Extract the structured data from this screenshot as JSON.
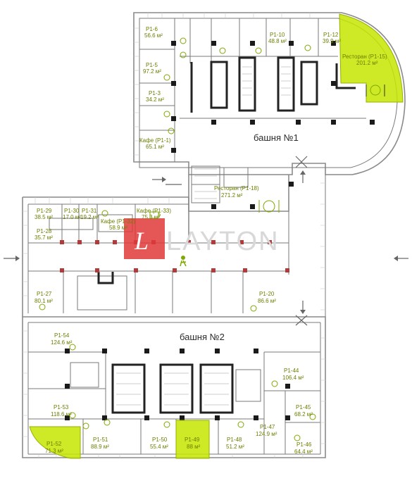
{
  "tower1": {
    "label": "башня №1"
  },
  "tower2": {
    "label": "башня №2"
  },
  "logo": {
    "text": "LAYTON",
    "mark_letter": "L",
    "color": "#e03a3a"
  },
  "highlight_color": "#c6e600",
  "units": {
    "p1_6": {
      "name": "P1-6",
      "area": "56.6 м²"
    },
    "p1_5": {
      "name": "P1-5",
      "area": "97.2 м²"
    },
    "p1_3": {
      "name": "P1-3",
      "area": "34.2 м²"
    },
    "p1_1": {
      "name": "Кафе (P1-1)",
      "area": "65.1 м²"
    },
    "p1_10": {
      "name": "P1-10",
      "area": "48.8 м²"
    },
    "p1_12": {
      "name": "P1-12",
      "area": "39.9 м²"
    },
    "p1_15": {
      "name": "Ресторан (P1-15)",
      "area": "201.2 м²"
    },
    "p1_18": {
      "name": "Ресторан (P1-18)",
      "area": "271.2 м²"
    },
    "p1_29": {
      "name": "P1-29",
      "area": "38.5 м²"
    },
    "p1_30": {
      "name": "P1-30",
      "area": "17.0 м²"
    },
    "p1_31": {
      "name": "P1-31",
      "area": "19.2 м²"
    },
    "p1_33": {
      "name": "Кафе (P1-33)",
      "area": "75.3 м²"
    },
    "p1_32": {
      "name": "Кафе (P1-32)",
      "area": "58.9 м²"
    },
    "p1_28": {
      "name": "P1-28",
      "area": "35.7 м²"
    },
    "p1_27": {
      "name": "P1-27",
      "area": "80.1 м²"
    },
    "p1_20": {
      "name": "P1-20",
      "area": "86.6 м²"
    },
    "p1_54": {
      "name": "P1-54",
      "area": "124.6 м²"
    },
    "p1_44": {
      "name": "P1-44",
      "area": "106.4 м²"
    },
    "p1_53": {
      "name": "P1-53",
      "area": "118.6 м²"
    },
    "p1_45": {
      "name": "P1-45",
      "area": "68.2 м²"
    },
    "p1_52": {
      "name": "P1-52",
      "area": "71.3 м²"
    },
    "p1_51": {
      "name": "P1-51",
      "area": "88.9 м²"
    },
    "p1_50": {
      "name": "P1-50",
      "area": "55.4 м²"
    },
    "p1_49": {
      "name": "P1-49",
      "area": "88 м²"
    },
    "p1_48": {
      "name": "P1-48",
      "area": "51.2 м²"
    },
    "p1_47": {
      "name": "P1-47",
      "area": "124.9 м²"
    },
    "p1_46": {
      "name": "P1-46",
      "area": "64.4 м²"
    }
  }
}
